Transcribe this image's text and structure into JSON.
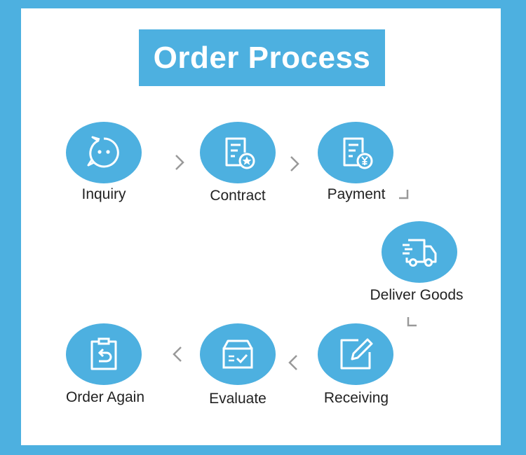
{
  "title": "Order Process",
  "colors": {
    "accent": "#4db0e0",
    "text": "#222222",
    "arrow": "#999999"
  },
  "steps": [
    {
      "label": "Inquiry",
      "icon": "chat-bubble-icon"
    },
    {
      "label": "Contract",
      "icon": "contract-document-icon"
    },
    {
      "label": "Payment",
      "icon": "payment-yen-icon"
    },
    {
      "label": "Deliver Goods",
      "icon": "delivery-truck-icon"
    },
    {
      "label": "Receiving",
      "icon": "edit-pencil-icon"
    },
    {
      "label": "Evaluate",
      "icon": "box-check-icon"
    },
    {
      "label": "Order Again",
      "icon": "clipboard-return-icon"
    }
  ]
}
